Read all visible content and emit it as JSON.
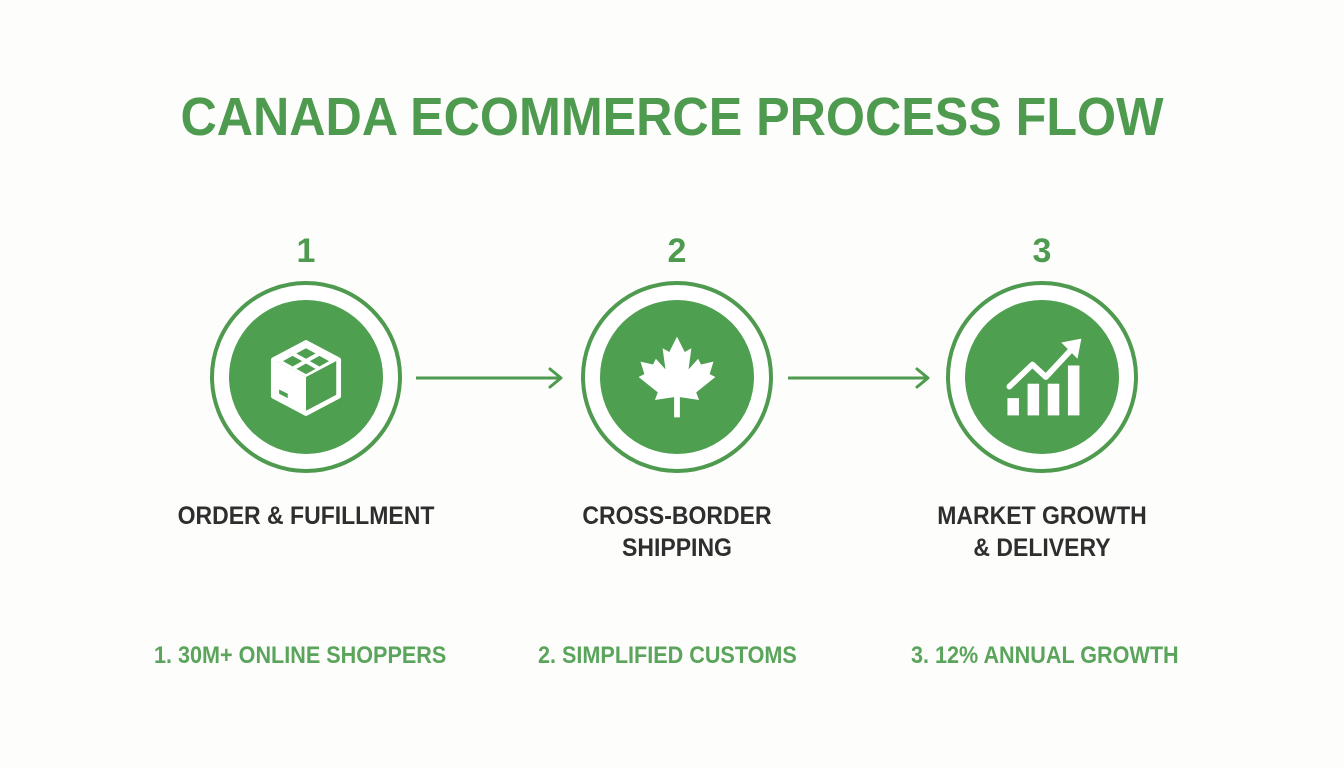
{
  "title": "CANADA ECOMMERCE PROCESS FLOW",
  "colors": {
    "accent": "#4e9a4f",
    "disc": "#4e9f50",
    "label": "#2e2e2e",
    "stat": "#5aa45b",
    "background": "#fdfdfc"
  },
  "steps": [
    {
      "number": "1",
      "icon": "package-box-icon",
      "label": "ORDER & FUFILLMENT"
    },
    {
      "number": "2",
      "icon": "maple-leaf-icon",
      "label": "CROSS-BORDER\nSHIPPING"
    },
    {
      "number": "3",
      "icon": "growth-chart-icon",
      "label": "MARKET GROWTH\n& DELIVERY"
    }
  ],
  "connectors": [
    {
      "icon": "arrow-right-icon"
    },
    {
      "icon": "arrow-right-icon"
    }
  ],
  "stats": [
    "1. 30M+ ONLINE SHOPPERS",
    "2. SIMPLIFIED CUSTOMS",
    "3. 12% ANNUAL GROWTH"
  ]
}
